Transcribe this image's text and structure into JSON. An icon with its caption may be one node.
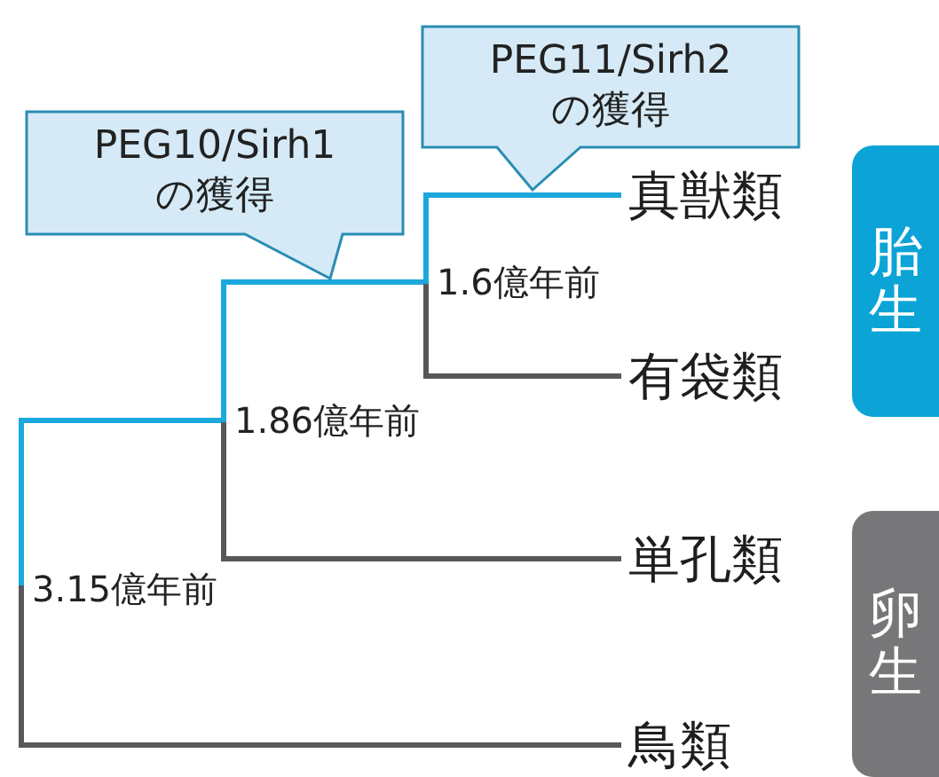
{
  "diagram": {
    "nodes": [
      {
        "text": [
          "PEG11/Sirh2の獲得"
        ]
      },
      {
        "text": [
          "PEG10/Sirh1の獲得"
        ]
      },
      {
        "text": [
          "真獣類"
        ]
      },
      {
        "text": [
          "1.6億年前"
        ]
      },
      {
        "text": [
          "有袋類"
        ]
      },
      {
        "text": [
          "1.86億年前"
        ]
      },
      {
        "text": [
          "単孔類"
        ]
      },
      {
        "text": [
          "3.15億年前"
        ]
      },
      {
        "text": [
          "鳥類"
        ]
      },
      {
        "text": [
          "胎生"
        ]
      },
      {
        "text": [
          "卵生"
        ]
      }
    ],
    "edges": [
      {
        "from": 7,
        "to": 5,
        "arrow": "none",
        "color": "#1ba8dc"
      },
      {
        "from": 7,
        "to": 8,
        "arrow": "none",
        "color": "#58585b"
      },
      {
        "from": 5,
        "to": 3,
        "arrow": "none",
        "color": "#1ba8dc"
      },
      {
        "from": 5,
        "to": 6,
        "arrow": "none",
        "color": "#58585b"
      },
      {
        "from": 3,
        "to": 2,
        "arrow": "none",
        "color": "#1ba8dc"
      },
      {
        "from": 3,
        "to": 4,
        "arrow": "none",
        "color": "#58585b"
      }
    ]
  }
}
